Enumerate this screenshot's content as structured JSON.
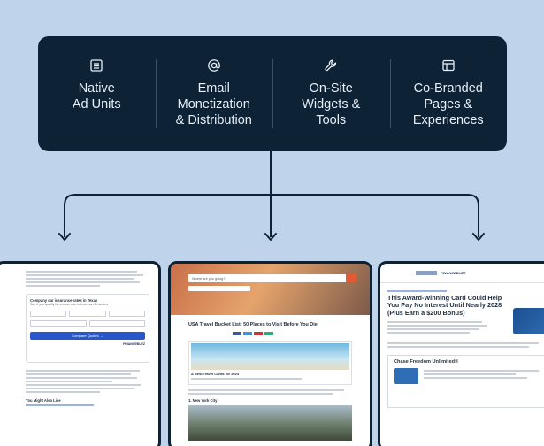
{
  "features": [
    {
      "name": "native-ad-units",
      "label": "Native\nAd Units",
      "icon": "document-icon"
    },
    {
      "name": "email-monetization",
      "label": "Email\nMonetization\n& Distribution",
      "icon": "at-sign-icon"
    },
    {
      "name": "onsite-widgets",
      "label": "On-Site\nWidgets &\nTools",
      "icon": "wrench-icon"
    },
    {
      "name": "co-branded-pages",
      "label": "Co-Branded\nPages &\nExperiences",
      "icon": "layout-icon"
    }
  ],
  "card1": {
    "widget_title": "Company car insurance rates in Texas",
    "widget_sub": "See if you qualify for a lower rate in less than 2 minutes",
    "widget_button": "Compare Quotes →",
    "powered_by": "FINANCEBUZZ",
    "related_heading": "You Might Also Like"
  },
  "card2": {
    "search_placeholder": "Where are you going?",
    "article_title": "USA Travel Bucket List: 50 Places to Visit Before You Die",
    "ad_title": "A Best Travel Cards for 2024",
    "section_heading": "1. New York City"
  },
  "card3": {
    "brand": "FINANCEBUZZ",
    "headline": "This Award-Winning Card Could Help You Pay No Interest Until Nearly 2028 (Plus Earn a $200 Bonus)",
    "product_name": "Chase Freedom Unlimited®"
  }
}
